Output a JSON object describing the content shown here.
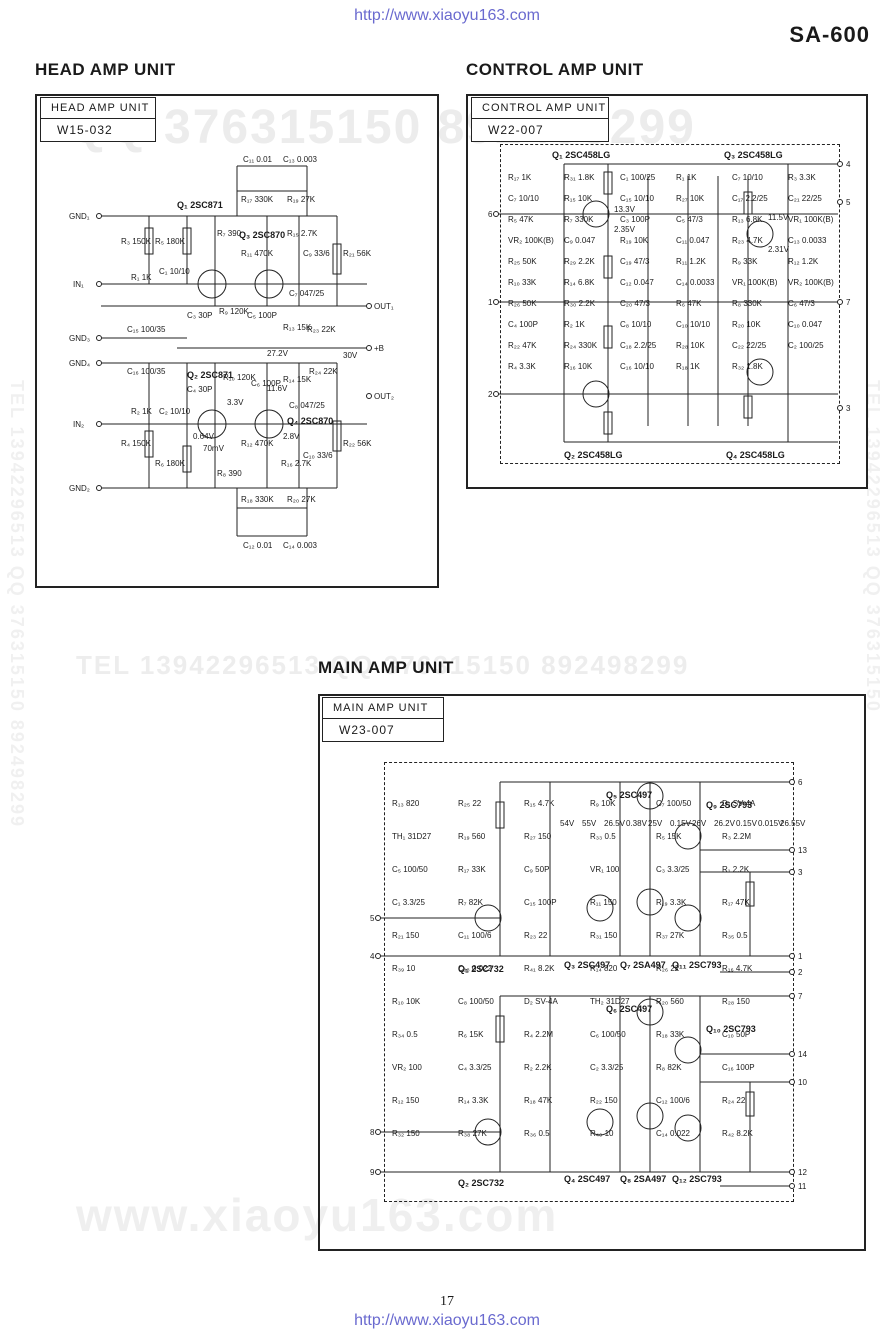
{
  "header": {
    "url_top": "http://www.xiaoyu163.com",
    "model": "SA-600",
    "url_bottom": "http://www.xiaoyu163.com",
    "page_number": "17"
  },
  "watermarks": {
    "qq_top": "QQ 376315150  892498299",
    "tel_mid": "TEL 13942296513  QQ 376315150  892498299",
    "www_bottom": "www.xiaoyu163.com",
    "side_right": "TEL 13942296513  QQ 376315150",
    "side_left": "TEL 13942296513  QQ 376315150  892498299"
  },
  "head_amp": {
    "section_title": "HEAD AMP UNIT",
    "label_line1": "HEAD AMP UNIT",
    "label_line2": "W15-032",
    "terminals": [
      "GND₁",
      "IN₁",
      "GND₃",
      "GND₄",
      "IN₂",
      "GND₂",
      "OUT₁",
      "OUT₂",
      "+B"
    ],
    "voltages": [
      "27.2V",
      "30V",
      "3.3V",
      "11.6V",
      "0.64V",
      "70mV",
      "2.8V"
    ],
    "transistors": [
      "Q₁ 2SC871",
      "Q₃ 2SC870",
      "Q₂ 2SC871",
      "Q₄ 2SC870"
    ],
    "components": [
      "C₁₁ 0.01",
      "C₁₃ 0.003",
      "R₁₇ 330K",
      "R₁₉ 27K",
      "R₃ 150K",
      "R₅ 180K",
      "R₇ 390",
      "R₁₁ 470K",
      "R₁₅ 2.7K",
      "C₉ 33/6",
      "R₂₁ 56K",
      "R₁ 1K",
      "C₁ 10/10",
      "C₃ 30P",
      "R₉ 120K",
      "C₅ 100P",
      "C₇ 047/25",
      "R₁₃ 15K",
      "R₂₃ 22K",
      "C₁₅ 100/35",
      "C₁₆ 100/35",
      "R₂₄ 22K",
      "C₄ 30P",
      "R₁₀ 120K",
      "C₆ 100P",
      "R₁₄ 15K",
      "C₈ 047/25",
      "R₂ 1K",
      "C₂ 10/10",
      "R₄ 150K",
      "R₆ 180K",
      "R₈ 390",
      "R₁₂ 470K",
      "R₁₆ 2.7K",
      "C₁₀ 33/6",
      "R₂₂ 56K",
      "R₁₈ 330K",
      "R₂₀ 27K",
      "C₁₂ 0.01",
      "C₁₄ 0.003"
    ]
  },
  "control_amp": {
    "section_title": "CONTROL AMP UNIT",
    "label_line1": "CONTROL AMP UNIT",
    "label_line2": "W22-007",
    "terminals": [
      "6",
      "1",
      "2",
      "4",
      "5",
      "7",
      "3"
    ],
    "voltages": [
      "13.3V",
      "2.35V",
      "11.5V",
      "2.31V"
    ],
    "transistors": [
      "Q₁ 2SC458LG",
      "Q₃ 2SC458LG",
      "Q₂ 2SC458LG",
      "Q₄ 2SC458LG"
    ],
    "components": [
      "R₁₇ 1K",
      "R₃₁ 1.8K",
      "C₁ 100/25",
      "R₁ 1K",
      "C₇ 10/10",
      "R₃ 3.3K",
      "C₇ 10/10",
      "R₁₅ 10K",
      "C₁₅ 10/10",
      "R₂₇ 10K",
      "C₁₇ 2.2/25",
      "C₂₁ 22/25",
      "R₅ 47K",
      "R₇ 330K",
      "C₃ 100P",
      "C₅ 47/3",
      "R₁₃ 6.8K",
      "VR₁ 100K(B)",
      "VR₂ 100K(B)",
      "C₉ 0.047",
      "R₁₉ 10K",
      "C₁₁ 0.047",
      "R₂₃ 4.7K",
      "C₁₃ 0.0033",
      "R₂₅ 50K",
      "R₂₉ 2.2K",
      "C₁₉ 47/3",
      "R₁₁ 1.2K",
      "R₉ 33K",
      "R₁₂ 1.2K",
      "R₁₀ 33K",
      "R₁₄ 6.8K",
      "C₁₂ 0.047",
      "C₁₄ 0.0033",
      "VR₁ 100K(B)",
      "VR₂ 100K(B)",
      "R₂₆ 50K",
      "R₃₀ 2.2K",
      "C₂₀ 47/3",
      "R₆ 47K",
      "R₈ 330K",
      "C₆ 47/3",
      "C₄ 100P",
      "R₂ 1K",
      "C₈ 10/10",
      "C₁₀ 10/10",
      "R₂₀ 10K",
      "C₁₀ 0.047",
      "R₂₂ 47K",
      "R₂₄ 330K",
      "C₁₈ 2.2/25",
      "R₂₈ 10K",
      "C₂₂ 22/25",
      "C₂ 100/25",
      "R₄ 3.3K",
      "R₁₆ 10K",
      "C₁₆ 10/10",
      "R₁₈ 1K",
      "R₃₂ 1.8K"
    ]
  },
  "main_amp": {
    "section_title": "MAIN AMP UNIT",
    "label_line1": "MAIN AMP UNIT",
    "label_line2": "W23-007",
    "terminals": [
      "6",
      "13",
      "3",
      "5",
      "4",
      "1",
      "2",
      "7",
      "14",
      "10",
      "8",
      "9",
      "12",
      "11"
    ],
    "voltages": [
      "54V",
      "55V",
      "26.5V",
      "0.38V",
      "25V",
      "0.15V",
      "26V",
      "26.2V",
      "0.15V",
      "0.015V",
      "26.55V"
    ],
    "transistors": [
      "Q₅ 2SC497",
      "Q₉ 2SC793",
      "Q₁ 2SC732",
      "Q₃ 2SC497",
      "Q₇ 2SA497",
      "Q₁₁ 2SC793",
      "Q₆ 2SC497",
      "Q₁₀ 2SC793",
      "Q₂ 2SC732",
      "Q₄ 2SC497",
      "Q₈ 2SA497",
      "Q₁₂ 2SC793"
    ],
    "components": [
      "R₁₃ 820",
      "R₂₅ 22",
      "R₁₅ 4.7K",
      "R₉ 10K",
      "C₇ 100/50",
      "D₁ SV-4A",
      "TH₁ 31D27",
      "R₁₉ 560",
      "R₂₇ 150",
      "R₃₃ 0.5",
      "R₅ 15K",
      "R₃ 2.2M",
      "C₅ 100/50",
      "R₁₇ 33K",
      "C₉ 50P",
      "VR₁ 100",
      "C₃ 3.3/25",
      "R₁ 2.2K",
      "C₁ 3.3/25",
      "R₇ 82K",
      "C₁₅ 100P",
      "R₁₁ 150",
      "R₁₉ 3.3K",
      "R₁₇ 47K",
      "R₂₁ 150",
      "C₁₁ 100/6",
      "R₂₃ 22",
      "R₃₁ 150",
      "R₃₇ 27K",
      "R₃₅ 0.5",
      "R₃₉ 10",
      "C₁₃ 0.022",
      "R₄₁ 8.2K",
      "R₁₄ 820",
      "R₂₆ 22",
      "R₁₆ 4.7K",
      "R₁₀ 10K",
      "C₈ 100/50",
      "D₂ SV-4A",
      "TH₂ 31D27",
      "R₂₀ 560",
      "R₂₈ 150",
      "R₃₄ 0.5",
      "R₆ 15K",
      "R₄ 2.2M",
      "C₆ 100/50",
      "R₁₈ 33K",
      "C₁₀ 50P",
      "VR₂ 100",
      "C₄ 3.3/25",
      "R₂ 2.2K",
      "C₂ 3.3/25",
      "R₈ 82K",
      "C₁₆ 100P",
      "R₁₂ 150",
      "R₁₄ 3.3K",
      "R₁₈ 47K",
      "R₂₂ 150",
      "C₁₂ 100/6",
      "R₂₄ 22",
      "R₃₂ 150",
      "R₃₈ 27K",
      "R₃₆ 0.5",
      "R₄₀ 10",
      "C₁₄ 0.022",
      "R₄₂ 8.2K"
    ]
  }
}
